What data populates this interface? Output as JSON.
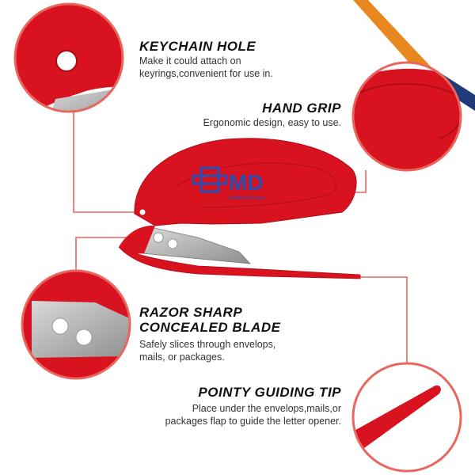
{
  "features": [
    {
      "title": "KEYCHAIN HOLE",
      "desc": [
        "Make it could attach on",
        "keyrings,convenient for use in."
      ]
    },
    {
      "title": "HAND GRIP",
      "desc": [
        "Ergonomic design, easy to use."
      ]
    },
    {
      "title": [
        "RAZOR SHARP",
        "CONCEALED BLADE"
      ],
      "desc": [
        "Safely slices through envelops,",
        "mails, or packages."
      ]
    },
    {
      "title": "POINTY GUIDING TIP",
      "desc": [
        "Place under the envelops,mails,or",
        "packages flap to guide the letter opener."
      ]
    }
  ],
  "logo": {
    "text": "MD",
    "subtext": "Medical Group"
  },
  "colors": {
    "product_red": "#d8121f",
    "callout": "#e8665e",
    "logo_blue": "#2a4fb5",
    "corner_orange": "#e8871e",
    "corner_navy": "#1f3b7a"
  }
}
